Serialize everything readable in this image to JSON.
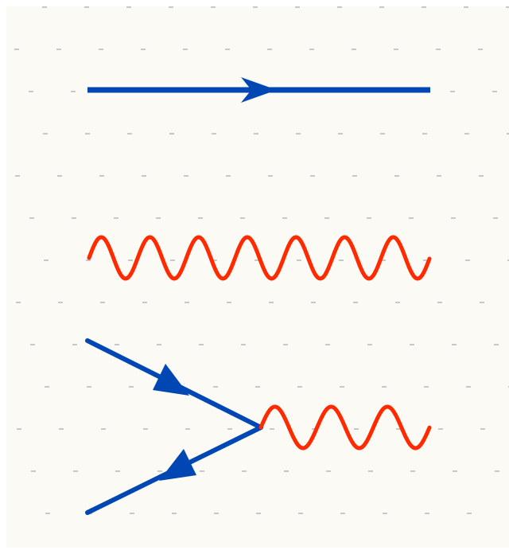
{
  "diagram": {
    "background": "#fbfaf4",
    "page_margin": "#ffffff",
    "grid_color": "#c8c8c8",
    "fermion_color": "#0047b3",
    "photon_color": "#ff2a00",
    "elements": [
      {
        "kind": "fermion-line",
        "arrow": "forward"
      },
      {
        "kind": "photon-line"
      },
      {
        "kind": "vertex",
        "incoming": "fermion",
        "outgoing": "antifermion",
        "boson": "photon"
      }
    ]
  }
}
